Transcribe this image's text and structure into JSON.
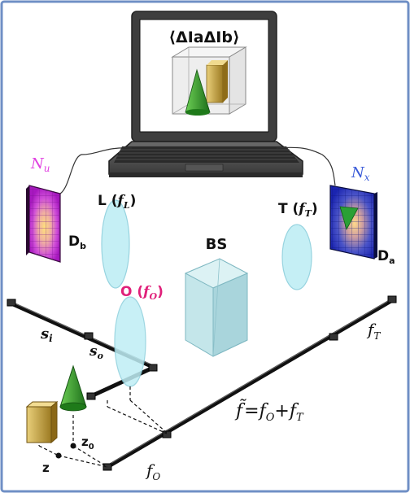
{
  "labels": {
    "screen_formula": "⟨ΔIaΔIb⟩",
    "n_u": "Nu",
    "n_x": "Nx",
    "d_b": "Db",
    "d_a": "Da",
    "lens_l": "L (fL)",
    "lens_t": "T (fT)",
    "lens_o": "O (fO)",
    "bs": "BS",
    "s_i": "si",
    "s_o": "so",
    "f_t": "fT",
    "f_o": "fO",
    "f_tilde": "f̃ =fO+fT",
    "z0": "z0",
    "z": "z"
  },
  "colors": {
    "frame": "#6f8fc5",
    "lens": "#bfeef5",
    "lens_edge": "#8ccfdc",
    "cube": "#b7e0e6",
    "detector_b": "#b21fc4",
    "detector_a": "#1f2fb8",
    "label_magenta": "#e040e0",
    "label_blue": "#3a5bd8",
    "lens_o_label": "#e0207a",
    "rail": "#1a1a1a",
    "gold": "#c9a443",
    "green": "#2f8f2a"
  }
}
